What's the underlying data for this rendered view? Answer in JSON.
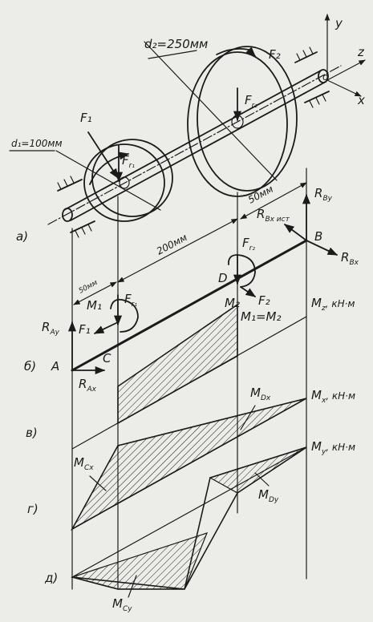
{
  "labels": {
    "d2": "d₂=250мм",
    "d1": "d₁=100мм",
    "F1_top": "F₁",
    "Fr1_top": "F",
    "Fr1_top_sub": "r₁",
    "F2_top": "F₂",
    "Fr2_top": "F",
    "Fr2_top_sub": "r₂",
    "axis_y": "y",
    "axis_z": "z",
    "axis_x": "x",
    "origin": "o",
    "case_a": "a)",
    "case_b": "б)",
    "case_v": "в)",
    "case_g": "г)",
    "case_d": "д)",
    "dim_50_right": "50мм",
    "dim_200": "200мм",
    "dim_50_left": "50мм",
    "RBy": "R",
    "RBy_sub": "By",
    "RBx_ist": "R",
    "RBx_ist_sub": "Bx ист",
    "B": "B",
    "RBx": "R",
    "RBx_sub": "Bx",
    "Fr2_mid": "F",
    "Fr2_mid_sub": "r₂",
    "D": "D",
    "F2_mid": "F₂",
    "M1": "M₁",
    "Fr1_mid": "F",
    "Fr1_mid_sub": "r₁",
    "M2": "M₂",
    "F1_mid": "F₁",
    "RAy": "R",
    "RAy_sub": "Ay",
    "C": "C",
    "A": "A",
    "RAx": "R",
    "RAx_sub": "Ax",
    "M1eqM2": "M₁=M₂",
    "Mz": "M",
    "Mz_sub": "z",
    "Mz_unit": ", кН·м",
    "MDx": "M",
    "MDx_sub": "Dx",
    "Mx": "M",
    "Mx_sub": "x",
    "Mx_unit": ", кН·м",
    "MCx": "M",
    "MCx_sub": "Cx",
    "My": "M",
    "My_sub": "y",
    "My_unit": ", кН·м",
    "MDy": "M",
    "MDy_sub": "Dy",
    "MCy": "M",
    "MCy_sub": "Cy"
  },
  "colors": {
    "ink": "#1b1b1b",
    "paper": "#ecece9"
  }
}
